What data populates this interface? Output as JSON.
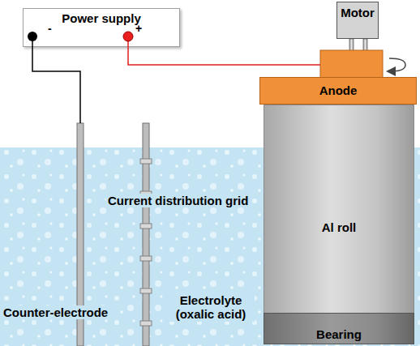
{
  "diagram": {
    "nodes": [
      {
        "text": [
          "Power supply",
          "-",
          "+"
        ]
      },
      {
        "text": [
          "Motor"
        ]
      },
      {
        "text": [
          "Anode"
        ]
      },
      {
        "text": [
          "Al roll"
        ]
      },
      {
        "text": [
          "Bearing"
        ]
      }
    ],
    "labels": [
      "Current distribution grid",
      "Electrolyte (oxalic acid)",
      "Counter-electrode"
    ]
  }
}
